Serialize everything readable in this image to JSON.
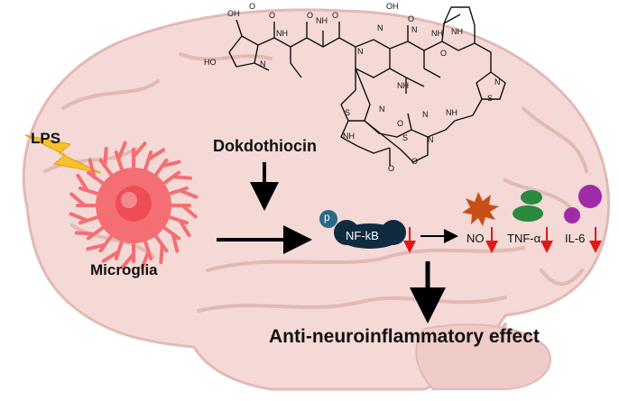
{
  "labels": {
    "lps": "LPS",
    "compound": "Dokdothiocin",
    "cell": "Microglia",
    "pathway": "NF-kB",
    "phospho": "p",
    "mediators": [
      "NO",
      "TNF-α",
      "IL-6"
    ],
    "effect": "Anti-neuroinflammatory effect"
  },
  "structure_atoms": [
    "OH",
    "O",
    "HO",
    "N",
    "NH",
    "NH",
    "O",
    "O",
    "N",
    "NH",
    "N",
    "O",
    "O",
    "NH",
    "OH",
    "O",
    "N",
    "NH",
    "N",
    "S",
    "S",
    "N",
    "O",
    "NH",
    "NH",
    "N",
    "O",
    "O",
    "N",
    "S"
  ],
  "colors": {
    "brain_fill": "#f4d9d6",
    "brain_line": "#e3b9b4",
    "microglia": "#f36f73",
    "microglia_core": "#ee4d55",
    "lightning": "#f8c12a",
    "nfkb": "#0f2b40",
    "phospho": "#2a6a86",
    "no_star": "#c94e15",
    "tnf": "#2a8a3f",
    "il6": "#a12aa6",
    "down_arrow": "#e01818",
    "arrow": "#000000"
  }
}
